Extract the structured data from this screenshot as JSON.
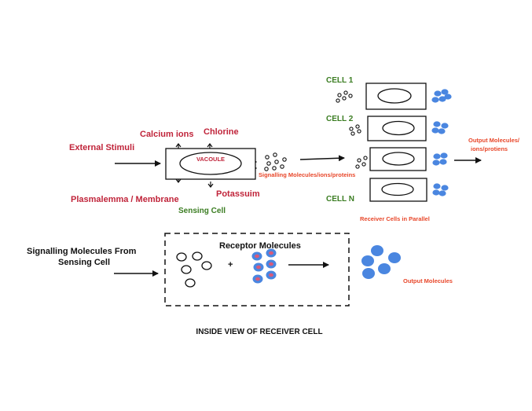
{
  "colors": {
    "red": "#c0243a",
    "green": "#3b7d22",
    "orange": "#e8472a",
    "black": "#111111",
    "blue": "#4a86e0",
    "receptor_center": "#d85a7a"
  },
  "top": {
    "external_stimuli": "External Stimuli",
    "calcium_ions": "Calcium ions",
    "chlorine": "Chlorine",
    "vacuole": "VACOULE",
    "plasmalemma": "Plasmalemma / Membrane",
    "potassium": "Potassuim",
    "sensing_cell": "Sensing Cell",
    "signalling_molecules": "Signalling Molecules/ions/proteins",
    "cell_1": "CELL 1",
    "cell_2": "CELL 2",
    "cell_n": "CELL N",
    "receiver_cells": "Receiver Cells in Parallel",
    "output_line1": "Output Molecules/",
    "output_line2": "ions/protiens"
  },
  "bottom": {
    "signalling_line1": "Signalling Molecules From",
    "signalling_line2": "Sensing Cell",
    "receptor_molecules": "Receptor Molecules",
    "plus": "+",
    "output_molecules": "Output Molecules",
    "caption": "INSIDE VIEW OF RECEIVER CELL"
  }
}
